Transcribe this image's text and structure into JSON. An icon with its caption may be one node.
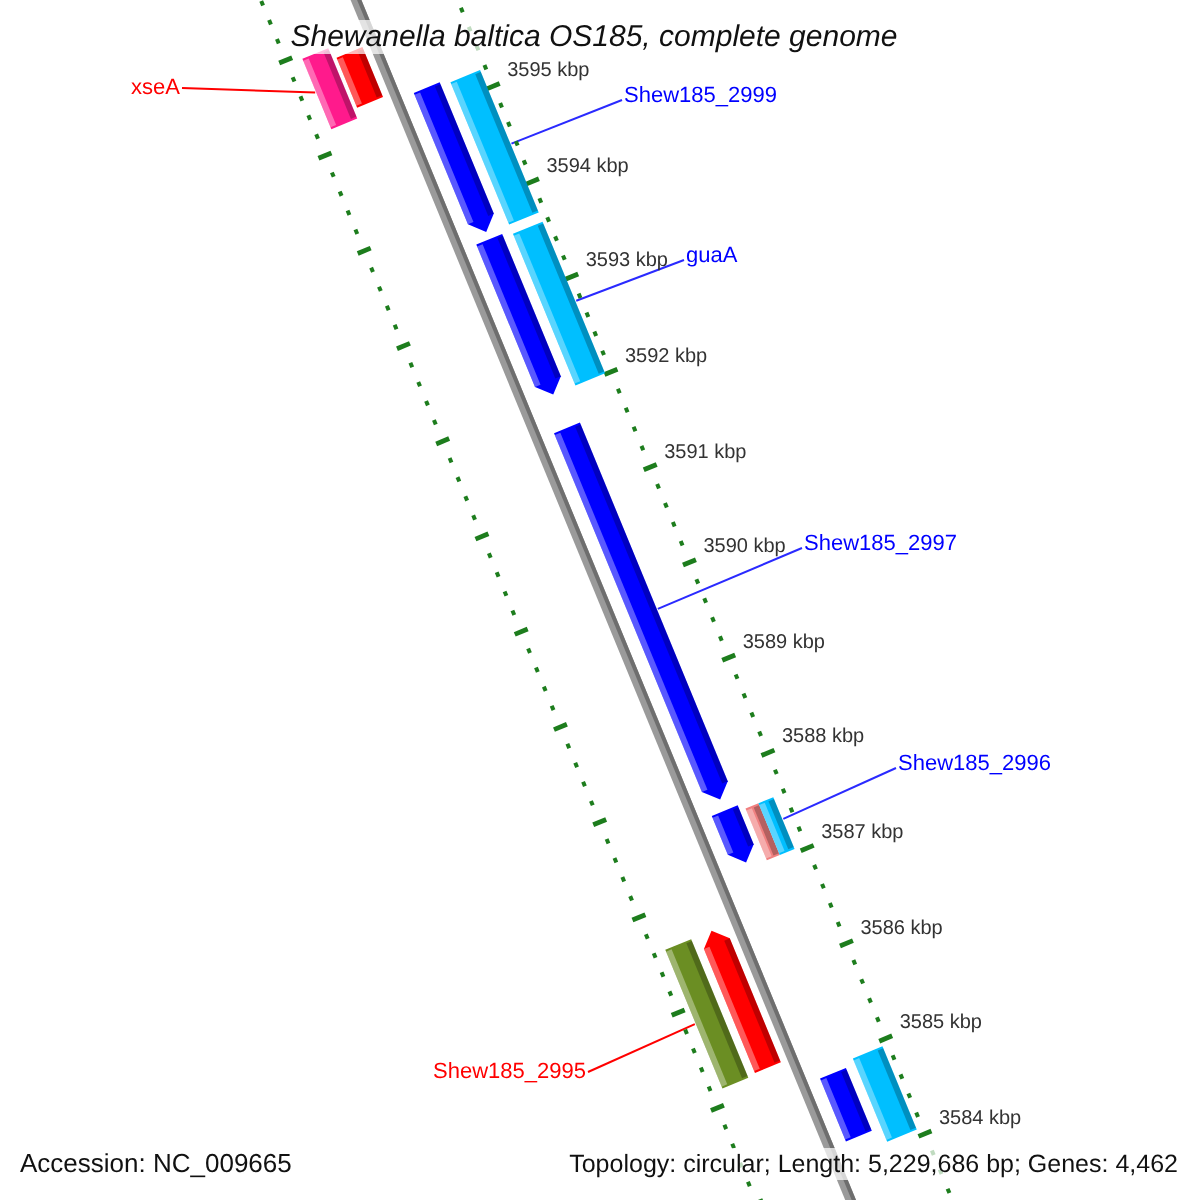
{
  "diagram": {
    "title": "Shewanella baltica OS185, complete genome",
    "nodes": [
      {
        "text": [
          "xseA"
        ]
      },
      {
        "text": [],
        "shape": "bar"
      },
      {
        "text": [],
        "shape": "bar"
      },
      {
        "text": [
          "Shew185_2999"
        ]
      },
      {
        "text": [],
        "shape": "arrow"
      },
      {
        "text": [],
        "shape": "bar"
      },
      {
        "text": [
          "guaA"
        ]
      },
      {
        "text": [],
        "shape": "arrow"
      },
      {
        "text": [],
        "shape": "bar"
      },
      {
        "text": [],
        "shape": "arrow"
      },
      {
        "text": [
          "Shew185_2997"
        ]
      },
      {
        "text": [
          "Shew185_2996"
        ]
      },
      {
        "text": [],
        "shape": "bar"
      },
      {
        "text": [],
        "shape": "bar"
      },
      {
        "text": [],
        "shape": "arrow"
      },
      {
        "text": [],
        "shape": "arrow"
      },
      {
        "text": [],
        "shape": "bar"
      },
      {
        "text": [
          "Shew185_2995"
        ]
      },
      {
        "text": [],
        "shape": "bar"
      },
      {
        "text": [],
        "shape": "bar"
      }
    ],
    "edges": [
      {
        "from": 0,
        "to": 1,
        "arrow": "none",
        "color": "#ff0000"
      },
      {
        "from": 3,
        "to": 5,
        "arrow": "none"
      },
      {
        "from": 6,
        "to": 8,
        "arrow": "none"
      },
      {
        "from": 10,
        "to": 9,
        "arrow": "none"
      },
      {
        "from": 11,
        "to": 13,
        "arrow": "none"
      },
      {
        "from": 17,
        "to": 16,
        "arrow": "none",
        "color": "#ff0000"
      }
    ],
    "labels": [
      "3595 kbp",
      "3594 kbp",
      "3593 kbp",
      "3592 kbp",
      "3591 kbp",
      "3590 kbp",
      "3589 kbp",
      "3588 kbp",
      "3587 kbp",
      "3586 kbp",
      "3585 kbp",
      "3584 kbp",
      "Accession: NC_009665",
      "Topology: circular; Length: 5,229,686 bp; Genes: 4,462"
    ]
  }
}
